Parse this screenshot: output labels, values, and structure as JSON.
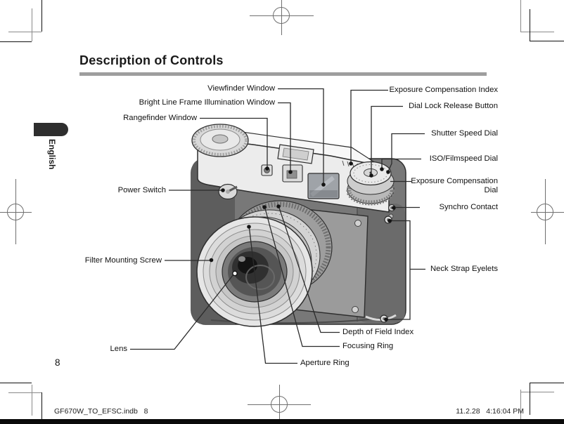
{
  "page": {
    "title": "Description of Controls",
    "language_tab": "English",
    "page_number": "8",
    "footer_left": "GF670W_TO_EFSC.indb   8",
    "footer_right": "11.2.28   4:16:04 PM"
  },
  "diagram": {
    "subject": "camera front three-quarter view with callouts",
    "labels": {
      "viewfinder_window": "Viewfinder Window",
      "bright_line_frame_illumination_window": "Bright Line Frame Illumination Window",
      "rangefinder_window": "Rangefinder Window",
      "power_switch": "Power Switch",
      "filter_mounting_screw": "Filter Mounting Screw",
      "lens": "Lens",
      "exposure_compensation_index": "Exposure Compensation Index",
      "dial_lock_release_button": "Dial Lock Release Button",
      "shutter_speed_dial": "Shutter Speed Dial",
      "iso_filmspeed_dial": "ISO/Filmspeed Dial",
      "exposure_compensation_dial": "Exposure Compensation Dial",
      "synchro_contact": "Synchro Contact",
      "neck_strap_eyelets": "Neck Strap Eyelets",
      "depth_of_field_index": "Depth of Field Index",
      "focusing_ring": "Focusing Ring",
      "aperture_ring": "Aperture Ring"
    }
  },
  "colors": {
    "title_rule": "#9e9e9e",
    "leader_line": "#2b2b2b",
    "language_tab_bg": "#2e2e2e",
    "body_dark": "#787878",
    "top_plate_light": "#ececec",
    "scan_edge_bar": "#0a0a0a"
  }
}
